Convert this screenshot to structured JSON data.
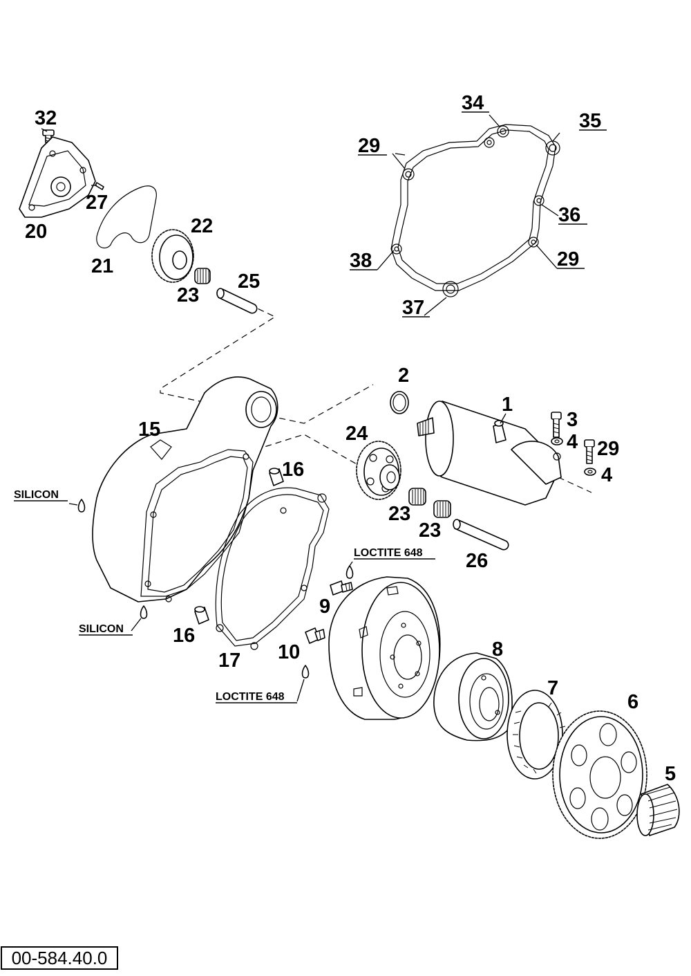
{
  "labels": {
    "l1": "1",
    "l2": "2",
    "l3": "3",
    "l4a": "4",
    "l4b": "4",
    "l5": "5",
    "l6": "6",
    "l7": "7",
    "l8": "8",
    "l9": "9",
    "l10": "10",
    "l15": "15",
    "l16a": "16",
    "l16b": "16",
    "l17": "17",
    "l20": "20",
    "l21": "21",
    "l22": "22",
    "l23a": "23",
    "l23b": "23",
    "l23c": "23",
    "l24": "24",
    "l25": "25",
    "l26": "26",
    "l27": "27",
    "l29a": "29",
    "l29b": "29",
    "l29c": "29",
    "l32": "32",
    "l34": "34",
    "l35": "35",
    "l36": "36",
    "l37": "37",
    "l38": "38"
  },
  "notes": {
    "silicon_top": "SILICON",
    "silicon_bottom": "SILICON",
    "loctite_top": "LOCTITE 648",
    "loctite_bottom": "LOCTITE 648"
  },
  "reference_code": "00-584.40.0"
}
